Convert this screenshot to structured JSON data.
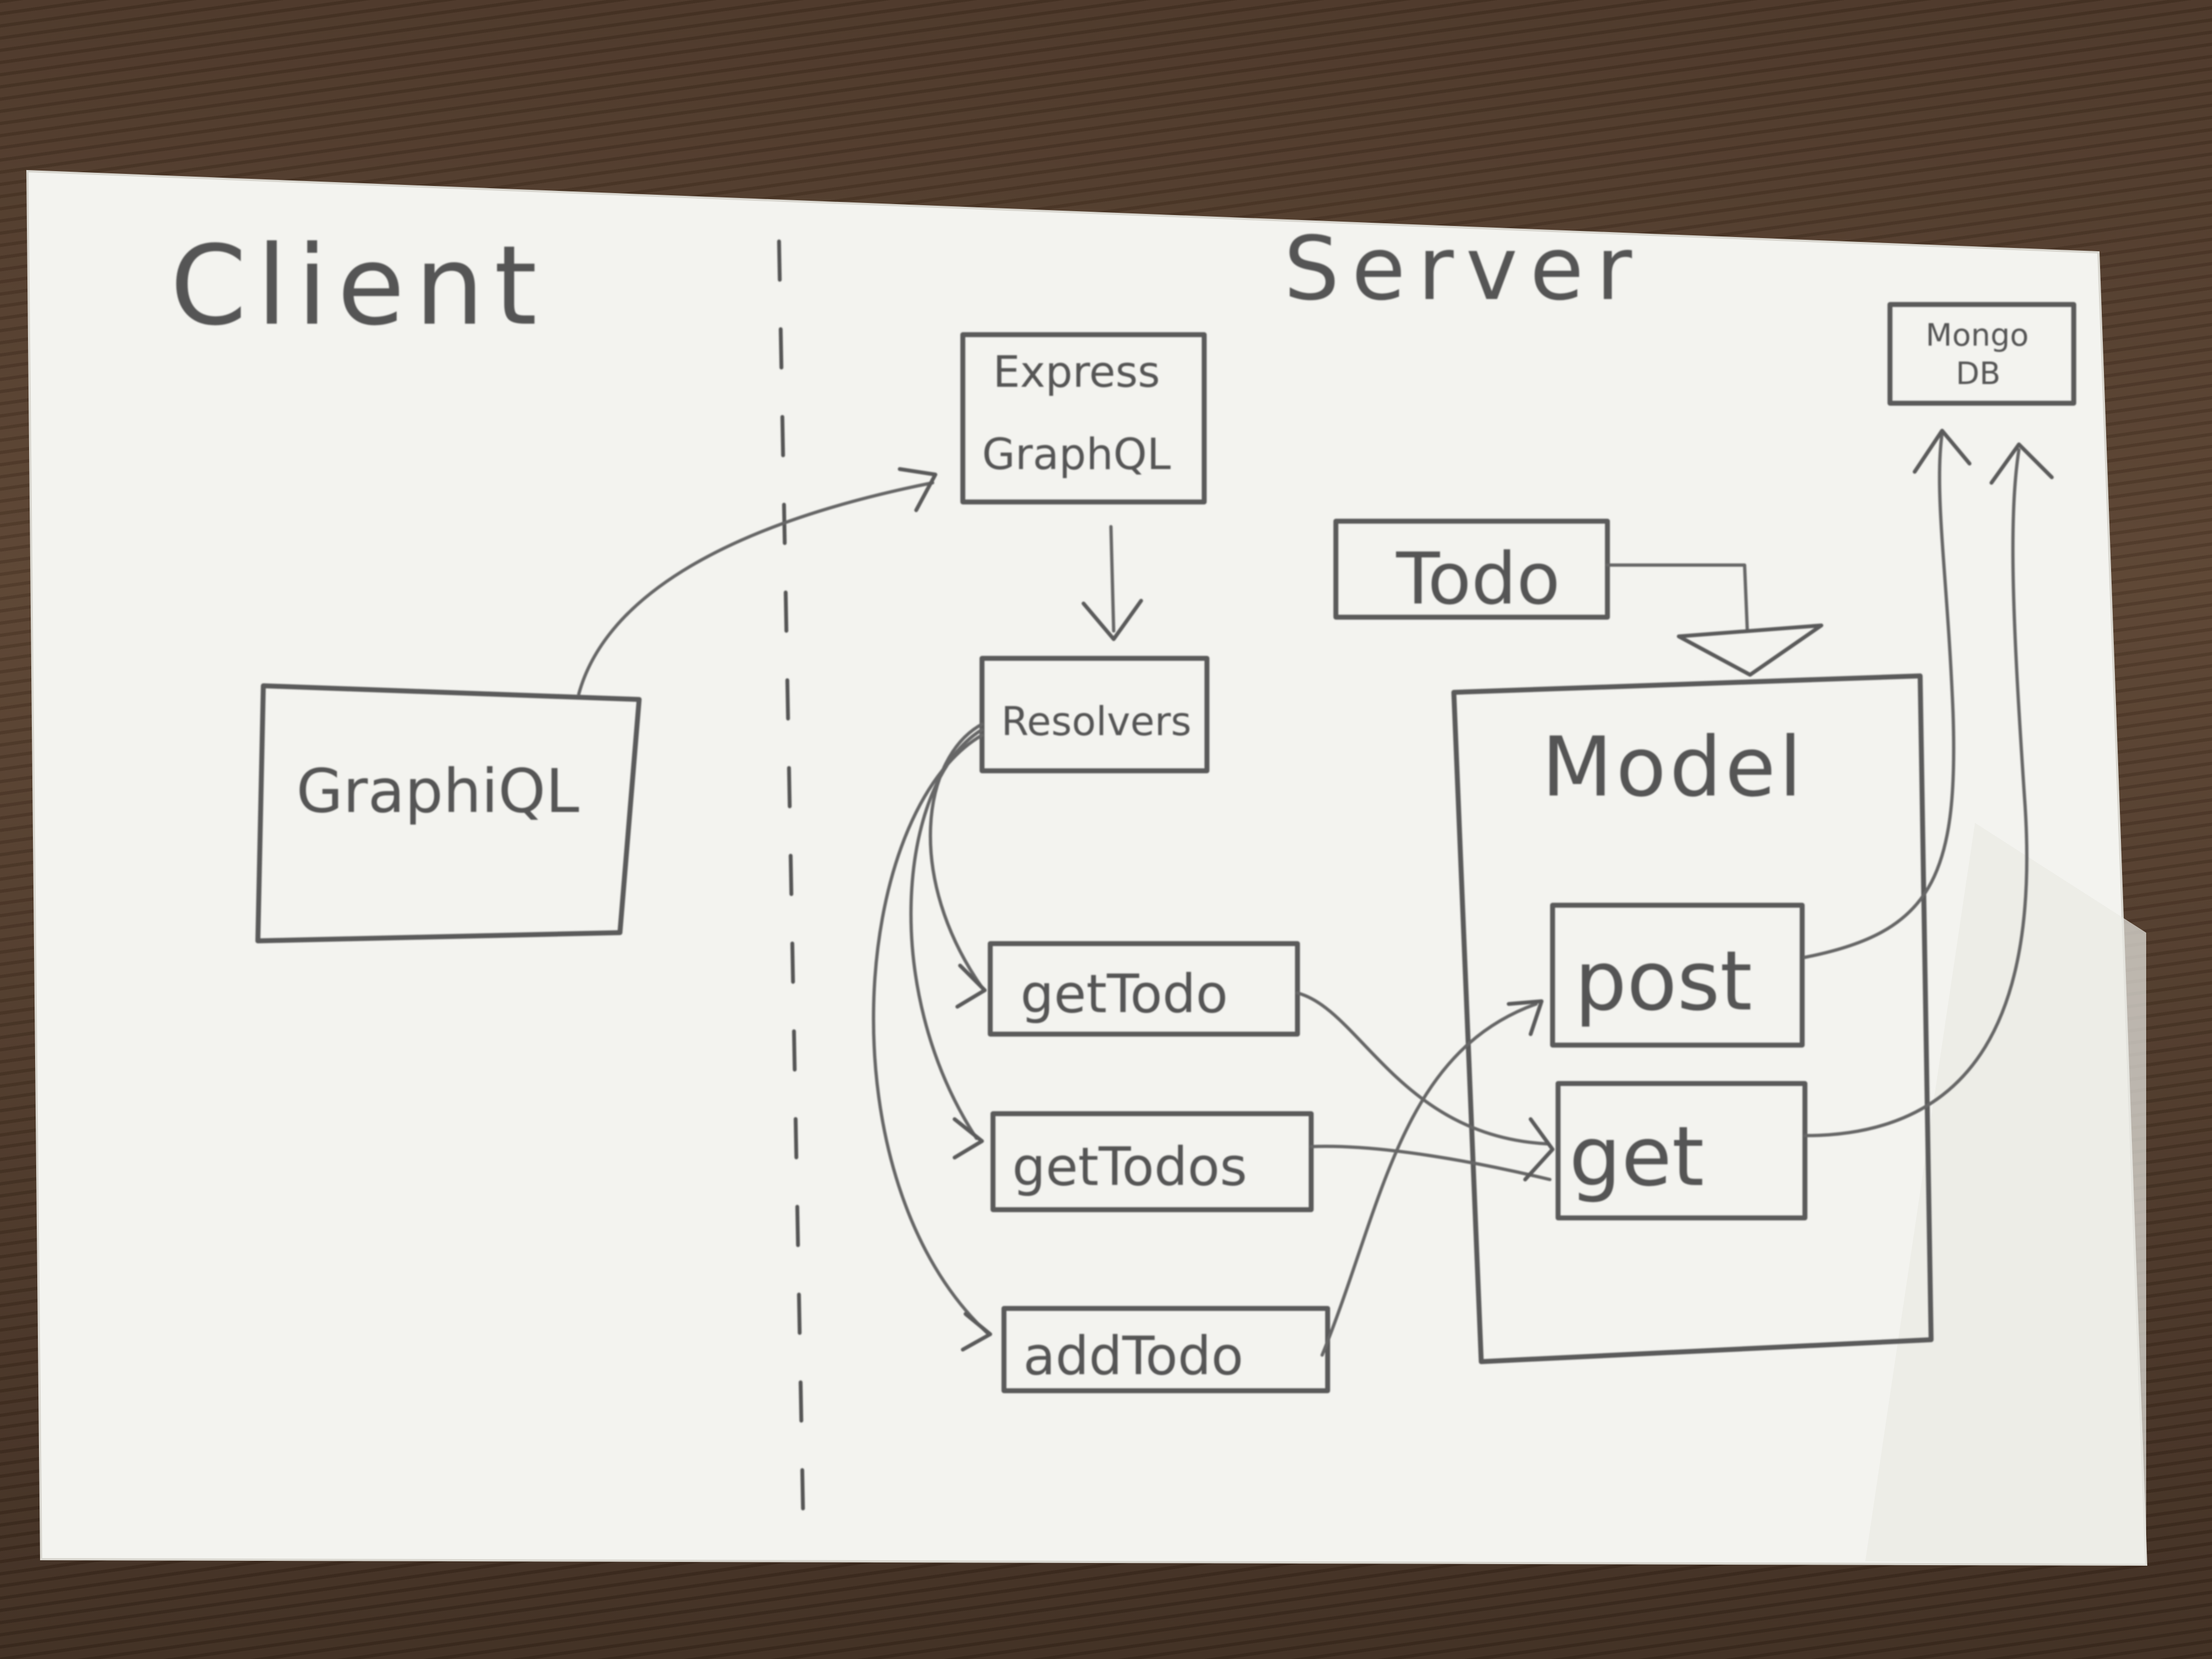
{
  "regions": {
    "client": "Client",
    "server": "Server"
  },
  "nodes": {
    "graphiql": "GraphiQL",
    "express_graphql_line1": "Express",
    "express_graphql_line2": "GraphQL",
    "resolvers": "Resolvers",
    "get_todo": "getTodo",
    "get_todos": "getTodos",
    "add_todo": "addTodo",
    "todo": "Todo",
    "model": "Model",
    "post": "post",
    "get": "get",
    "mongodb_line1": "Mongo",
    "mongodb_line2": "DB"
  }
}
